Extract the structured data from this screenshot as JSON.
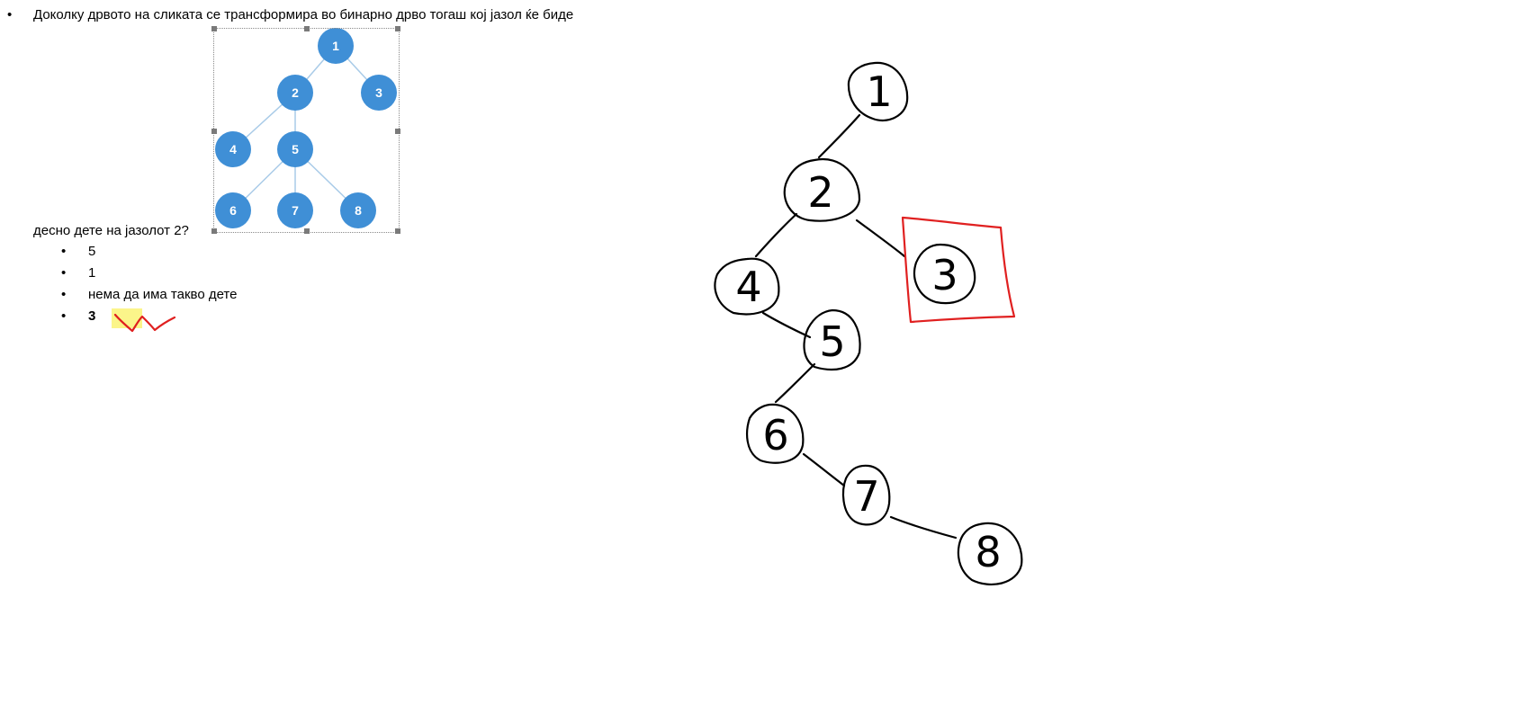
{
  "question": {
    "line1": "Доколку дрвото на сликата се трансформира во бинарно дрво тогаш кој јазол ќе биде",
    "line2": "десно дете на јазолот 2?",
    "bullet": "•"
  },
  "options": [
    {
      "label": "5",
      "bold": false
    },
    {
      "label": "1",
      "bold": false
    },
    {
      "label": "нема да има такво дете",
      "bold": false
    },
    {
      "label": "3",
      "bold": true
    }
  ],
  "figure": {
    "nodes": [
      "1",
      "2",
      "3",
      "4",
      "5",
      "6",
      "7",
      "8"
    ],
    "node_color": "#3f8fd6"
  },
  "sketch": {
    "nodes": [
      "1",
      "2",
      "3",
      "4",
      "5",
      "6",
      "7",
      "8"
    ],
    "ink_color": "#000000",
    "mark_color": "#e02020",
    "highlighted_answer": "3"
  },
  "colors": {
    "highlight": "#fbf58a"
  }
}
